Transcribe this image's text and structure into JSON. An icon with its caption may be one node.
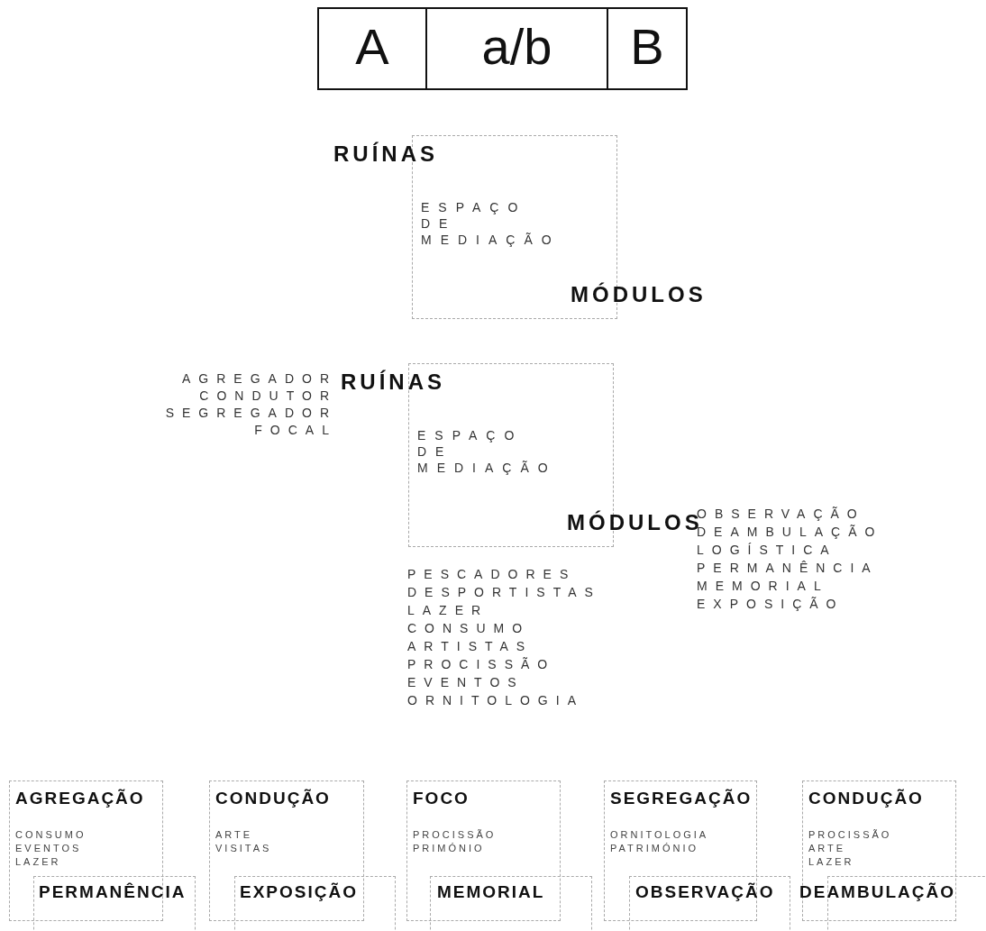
{
  "diagram": {
    "nodes": [
      {
        "text": [
          "A"
        ]
      },
      {
        "text": [
          "a/b"
        ]
      },
      {
        "text": [
          "B"
        ]
      },
      {
        "text": [
          "ESPAÇO DE MEDIAÇÃO"
        ],
        "beside": [
          "RUÍNAS",
          "MÓDULOS"
        ]
      },
      {
        "text": [
          "ESPAÇO DE MEDIAÇÃO"
        ],
        "beside": [
          "RUÍNAS",
          "MÓDULOS"
        ]
      },
      {
        "text": [
          "AGREGAÇÃO",
          "CONSUMO EVENTOS LAZER"
        ]
      },
      {
        "text": [
          "CONDUÇÃO",
          "ARTE VISITAS"
        ]
      },
      {
        "text": [
          "FOCO",
          "PROCISSÃO PRIMÓNIO"
        ]
      },
      {
        "text": [
          "SEGREGAÇÃO",
          "ORNITOLOGIA PATRIMÓNIO"
        ]
      },
      {
        "text": [
          "CONDUÇÃO",
          "PROCISSÃO ARTE LAZER"
        ]
      },
      {
        "text": [
          "PERMANÊNCIA"
        ]
      },
      {
        "text": [
          "EXPOSIÇÃO"
        ]
      },
      {
        "text": [
          "MEMORIAL"
        ]
      },
      {
        "text": [
          "OBSERVAÇÃO"
        ]
      },
      {
        "text": [
          "DEAMBULAÇÃO"
        ]
      }
    ],
    "labels": [
      "AGREGADOR",
      "CONDUTOR",
      "SEGREGADOR",
      "FOCAL",
      "OBSERVAÇÃO",
      "DEAMBULAÇÃO",
      "LOGÍSTICA",
      "PERMANÊNCIA",
      "MEMORIAL",
      "EXPOSIÇÃO",
      "PESCADORES",
      "DESPORTISTAS",
      "LAZER",
      "CONSUMO",
      "ARTISTAS",
      "PROCISSÃO",
      "EVENTOS",
      "ORNITOLOGIA"
    ]
  }
}
